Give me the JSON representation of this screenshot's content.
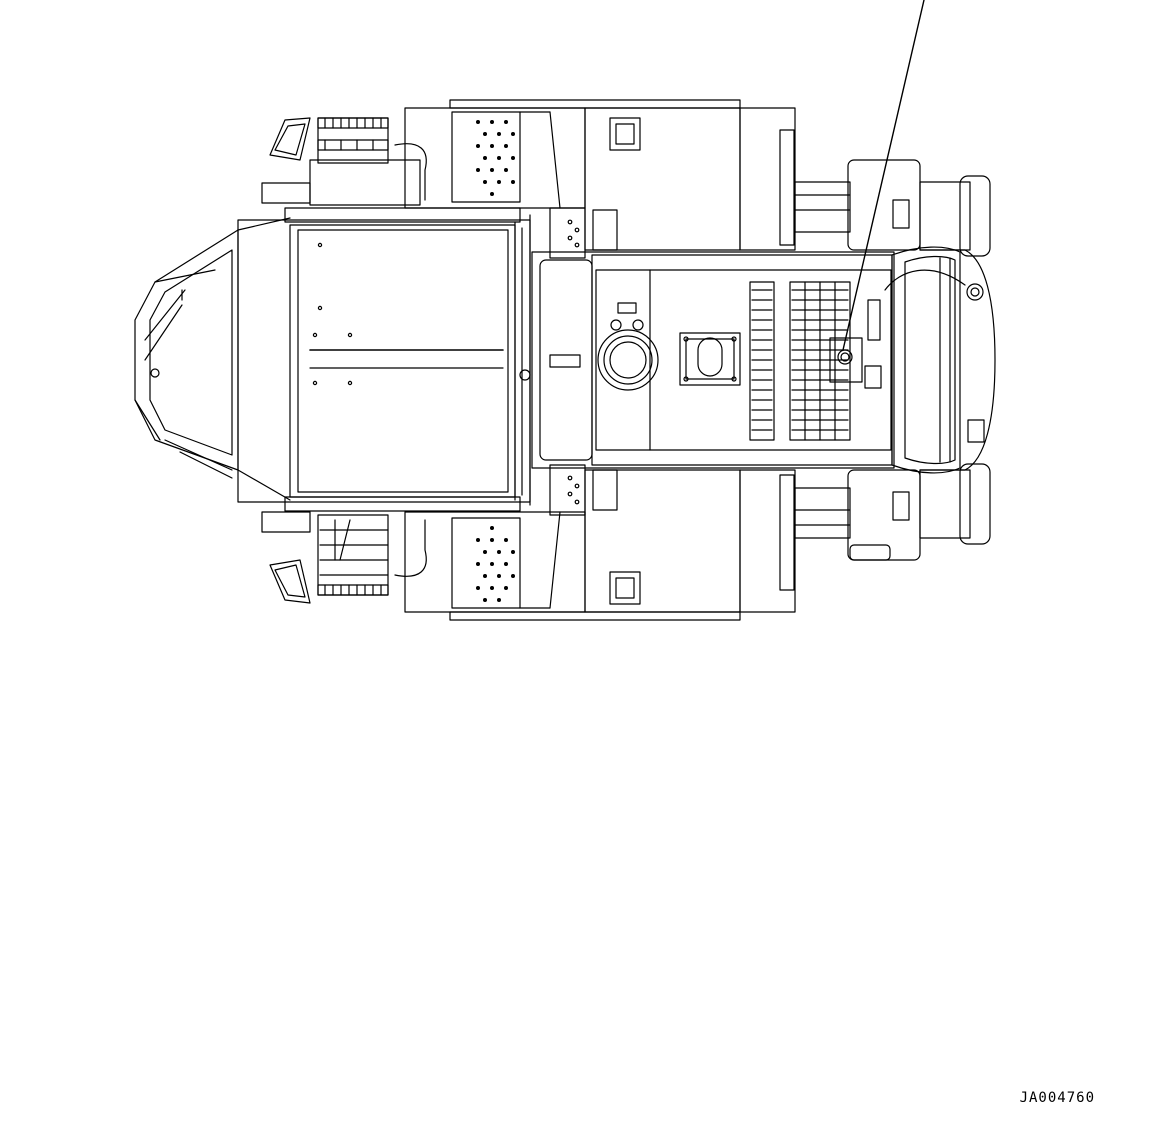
{
  "drawing": {
    "code": "JA004760",
    "line_color": "#000000",
    "background": "#ffffff",
    "view": "top-view-machine-line-drawing",
    "callout_target": "round-fitting-on-engine-hood"
  }
}
